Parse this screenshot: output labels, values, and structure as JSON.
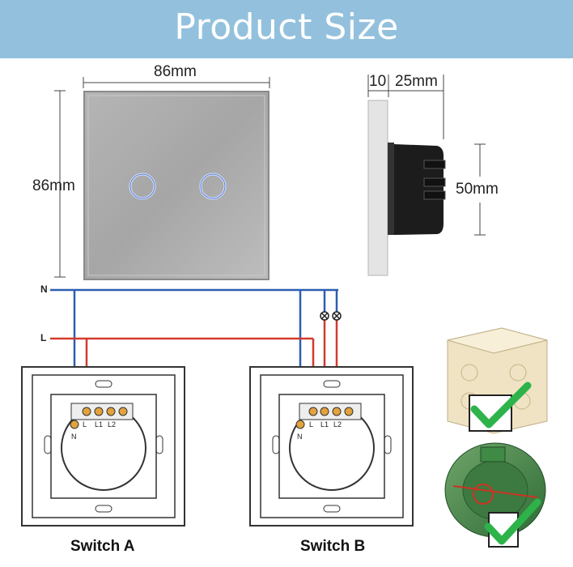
{
  "banner": {
    "title": "Product Size",
    "color": "#93c1dd"
  },
  "dimensions": {
    "front_width": "86mm",
    "front_height": "86mm",
    "side_plate": "10",
    "side_depth": "25mm",
    "side_height": "50mm"
  },
  "wiring": {
    "neutral": "N",
    "live": "L",
    "terminal_labels": [
      "L",
      "L1",
      "L2"
    ],
    "neutral_terminal": "N",
    "neutral_color": "#2b5fb0",
    "live_color": "#d23a2e"
  },
  "captions": {
    "switch_a": "Switch A",
    "switch_b": "Switch B"
  },
  "icons": [
    "checkmark-icon",
    "checkmark-icon"
  ],
  "accent_color": "#2db34a"
}
